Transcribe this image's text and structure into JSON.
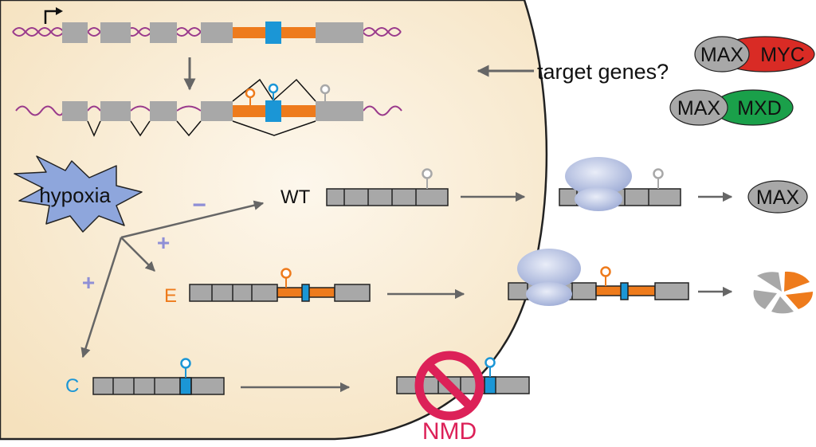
{
  "labels": {
    "target_genes": "target genes?",
    "hypoxia": "hypoxia",
    "wt": "WT",
    "e": "E",
    "c": "C",
    "nmd": "NMD",
    "minus": "−",
    "plus": "+"
  },
  "dimers": [
    {
      "left": "MAX",
      "right": "MYC",
      "right_color": "#d92b25"
    },
    {
      "left": "MAX",
      "right": "MXD",
      "right_color": "#1aa04a"
    }
  ],
  "protein": {
    "label": "MAX"
  },
  "colors": {
    "cell_fill": "#f7e7c8",
    "exon_gray": "#a8a8a8",
    "exon_orange": "#ee7b1c",
    "exon_blue": "#1b96d6",
    "dna": "#9a3a8c",
    "arrow": "#666666",
    "sign": "#8f8fd6",
    "hypoxia_fill": "#8ea6dc",
    "nmd_red": "#dc2158",
    "ribosome": "#aab7dc"
  }
}
